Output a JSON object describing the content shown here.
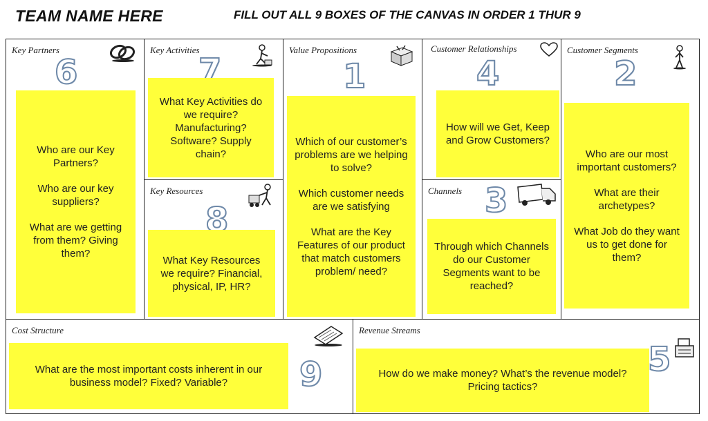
{
  "header": {
    "team_name": "TEAM NAME HERE",
    "instruction": "FILL OUT ALL 9 BOXES OF THE CANVAS IN ORDER 1 THUR 9"
  },
  "blocks": {
    "key_partners": {
      "title": "Key Partners",
      "number": "6",
      "questions": [
        "Who are our Key Partners?",
        "Who are our key suppliers?",
        "What are we getting from them? Giving them?"
      ],
      "icon": "chain-link-icon"
    },
    "key_activities": {
      "title": "Key Activities",
      "number": "7",
      "questions": [
        "What Key Activities do we require? Manufacturing? Software? Supply chain?"
      ],
      "icon": "worker-icon"
    },
    "key_resources": {
      "title": "Key Resources",
      "number": "8",
      "questions": [
        "What Key Resources we require? Financial, physical, IP, HR?"
      ],
      "icon": "worker-cart-icon"
    },
    "value_propositions": {
      "title": "Value Propositions",
      "number": "1",
      "questions": [
        "Which of our customer’s problems are we helping to solve?",
        "Which customer needs are we satisfying",
        "What are the Key Features of our product that match customers problem/ need?"
      ],
      "icon": "gift-box-icon"
    },
    "customer_relationships": {
      "title": "Customer Relationships",
      "number": "4",
      "questions": [
        "How will we Get, Keep and Grow Customers?"
      ],
      "icon": "heart-icon"
    },
    "channels": {
      "title": "Channels",
      "number": "3",
      "questions": [
        "Through which Channels do our Customer Segments want to be reached?"
      ],
      "icon": "delivery-truck-icon"
    },
    "customer_segments": {
      "title": "Customer Segments",
      "number": "2",
      "questions": [
        "Who are our most important customers?",
        "What are their archetypes?",
        "What Job do they want us to get done for them?"
      ],
      "icon": "person-icon"
    },
    "cost_structure": {
      "title": "Cost Structure",
      "number": "9",
      "questions": [
        "What are the most important costs inherent in our business model?  Fixed? Variable?"
      ],
      "icon": "price-tag-icon"
    },
    "revenue_streams": {
      "title": "Revenue Streams",
      "number": "5",
      "questions": [
        "How do we make money? What’s the revenue model? Pricing tactics?"
      ],
      "icon": "cash-register-icon"
    }
  },
  "colors": {
    "sticky_note": "#ffff3a",
    "number_outline": "#6d88a8",
    "border": "#222222"
  }
}
